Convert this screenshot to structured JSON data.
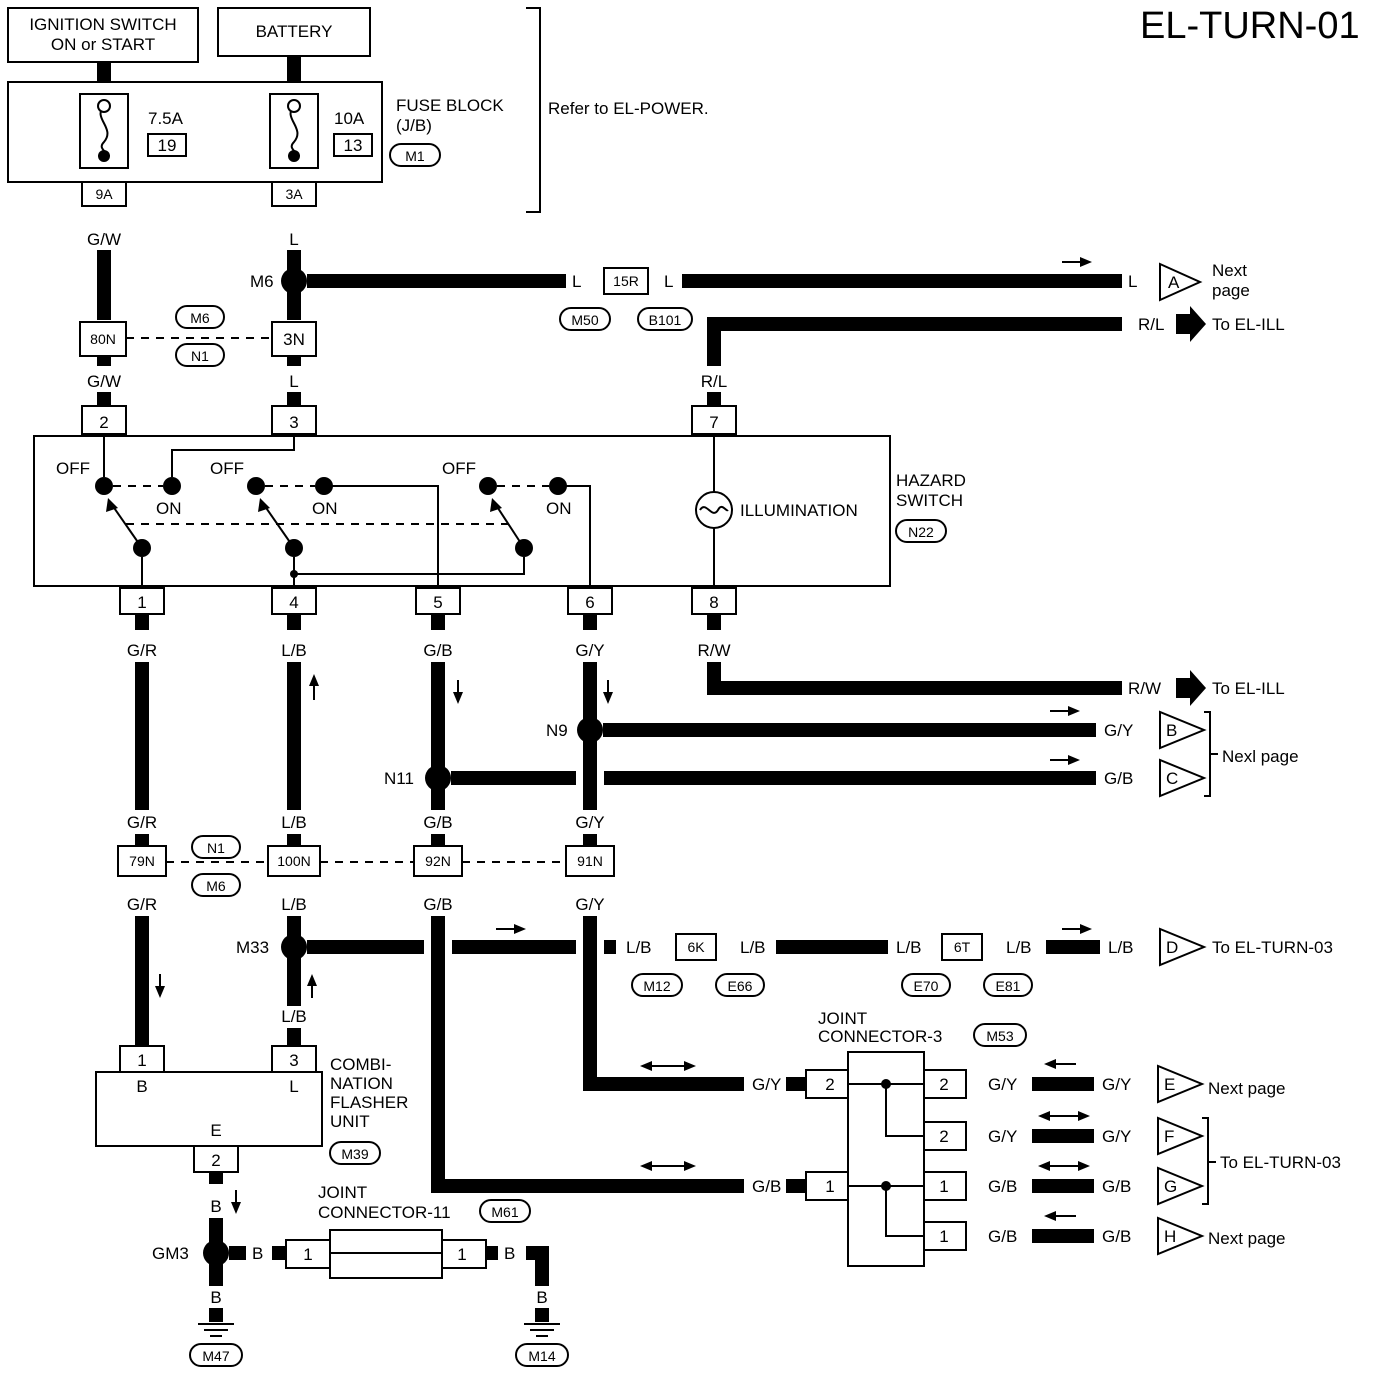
{
  "title": "EL-TURN-01",
  "refer_note": "Refer to EL-POWER.",
  "power": {
    "ignition_line1": "IGNITION SWITCH",
    "ignition_line2": "ON or START",
    "battery": "BATTERY"
  },
  "fuse_block": {
    "line1": "FUSE BLOCK",
    "line2": "(J/B)",
    "conn": "M1",
    "fuse1_rating": "7.5A",
    "fuse1_num": "19",
    "fuse2_rating": "10A",
    "fuse2_num": "13",
    "term1": "9A",
    "term2": "3A"
  },
  "hazard": {
    "line1": "HAZARD",
    "line2": "SWITCH",
    "conn": "N22",
    "illumination": "ILLUMINATION",
    "off": "OFF",
    "on": "ON",
    "pins": [
      "1",
      "4",
      "5",
      "6",
      "8",
      "2",
      "3",
      "7"
    ]
  },
  "flasher": {
    "line1": "COMBI-",
    "line2": "NATION",
    "line3": "FLASHER",
    "line4": "UNIT",
    "conn": "M39",
    "pin_b": "1",
    "pin_l": "3",
    "pin_e": "2",
    "label_b": "B",
    "label_l": "L",
    "label_e": "E"
  },
  "jc3": {
    "line1": "JOINT",
    "line2": "CONNECTOR-3",
    "conn": "M53"
  },
  "jc11": {
    "line1": "JOINT",
    "line2": "CONNECTOR-11",
    "conn": "M61"
  },
  "wires": {
    "gw": "G/W",
    "l": "L",
    "rl": "R/L",
    "gr": "G/R",
    "lb": "L/B",
    "gb": "G/B",
    "gy": "G/Y",
    "rw": "R/W",
    "b": "B"
  },
  "connectors": {
    "c80n": "80N",
    "c3n": "3N",
    "c15r": "15R",
    "c79n": "79N",
    "c100n": "100N",
    "c92n": "92N",
    "c91n": "91N",
    "c6k": "6K",
    "c6t": "6T",
    "m6": "M6",
    "n1": "N1",
    "m50": "M50",
    "b101": "B101",
    "m12": "M12",
    "e66": "E66",
    "e70": "E70",
    "e81": "E81",
    "m47": "M47",
    "m14": "M14"
  },
  "splices": {
    "m6": "M6",
    "n9": "N9",
    "n11": "N11",
    "m33": "M33",
    "gm3": "GM3"
  },
  "outputs": {
    "a": "A",
    "b": "B",
    "c": "C",
    "d": "D",
    "e": "E",
    "f": "F",
    "g": "G",
    "h": "H",
    "next_page_line1": "Next",
    "next_page_line2": "page",
    "next_page": "Next page",
    "next_page_alt": "Nexl page",
    "to_el_ill": "To EL-ILL",
    "to_el_turn03": "To EL-TURN-03"
  }
}
